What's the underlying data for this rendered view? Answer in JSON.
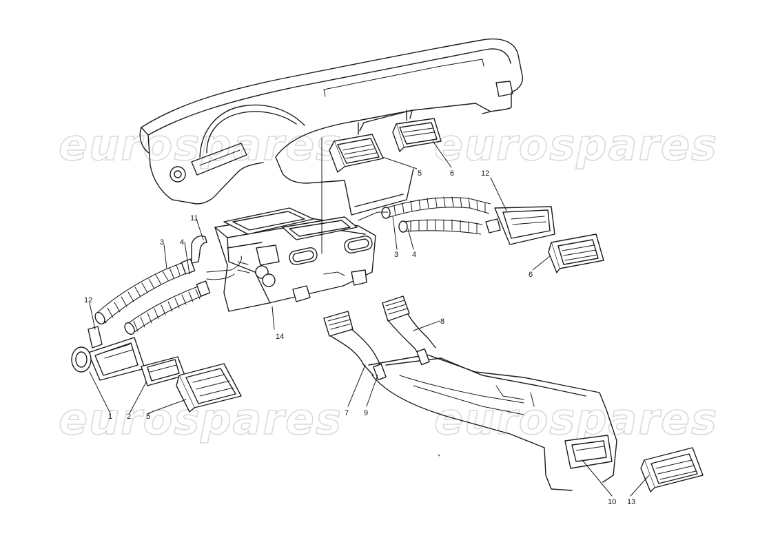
{
  "watermark": {
    "text": "eurospares",
    "color": "#d9d9d9"
  },
  "callouts": {
    "c1": "1",
    "c2": "2",
    "c3a": "3",
    "c3b": "3",
    "c4a": "4",
    "c4b": "4",
    "c5a": "5",
    "c5b": "5",
    "c6a": "6",
    "c6b": "6",
    "c7": "7",
    "c8": "8",
    "c9": "9",
    "c10": "10",
    "c11": "11",
    "c12a": "12",
    "c12b": "12",
    "c13": "13",
    "c14": "14"
  },
  "colors": {
    "line": "#1a1a1a",
    "background": "#ffffff"
  }
}
